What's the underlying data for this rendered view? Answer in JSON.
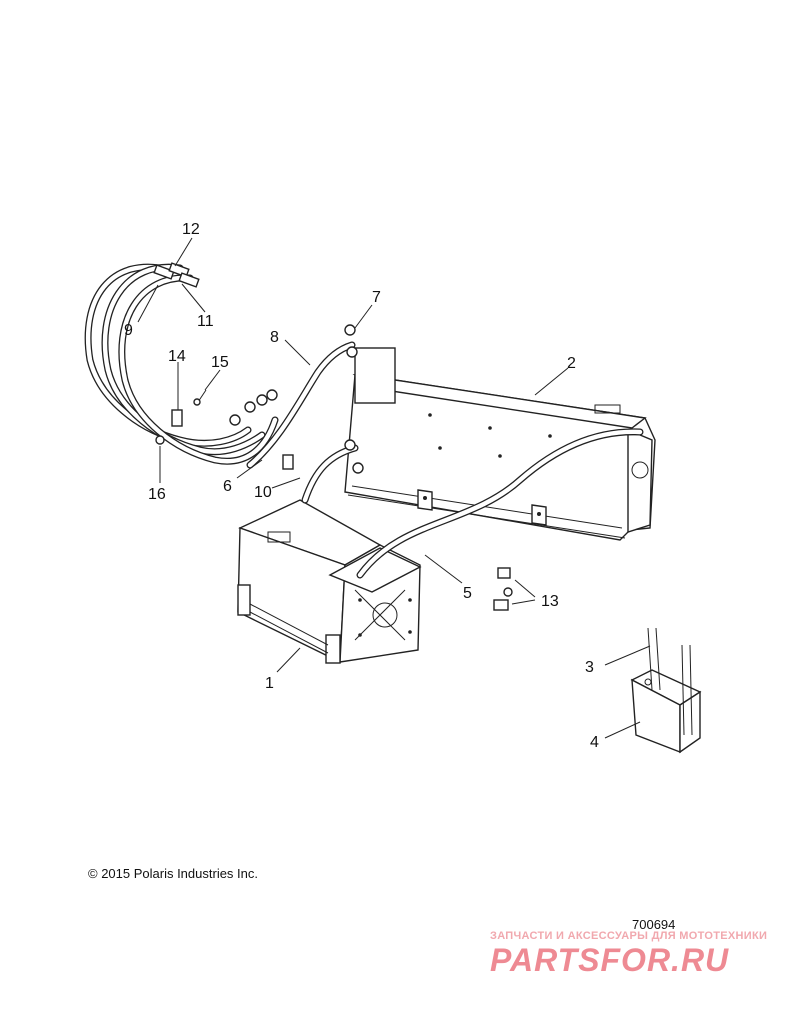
{
  "callouts": [
    "1",
    "2",
    "3",
    "4",
    "5",
    "6",
    "7",
    "8",
    "9",
    "10",
    "11",
    "12",
    "13",
    "14",
    "15",
    "16"
  ],
  "copyright": "© 2015 Polaris Industries Inc.",
  "drawing_number": "700694",
  "watermark": {
    "tagline": "ЗАПЧАСТИ И АКСЕССУАРЫ ДЛЯ МОТОТЕХНИКИ",
    "logo": "PARTSFOR.RU"
  }
}
